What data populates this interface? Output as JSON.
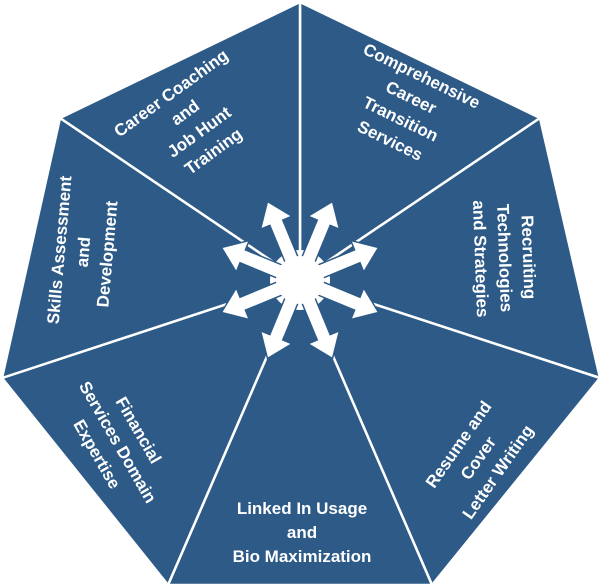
{
  "diagram": {
    "colors": {
      "fill": "#2d5a87",
      "stroke": "#ffffff",
      "text": "#ffffff",
      "hub": "#ffffff"
    },
    "center_icon": "multi-arrow-burst-icon",
    "segments": [
      {
        "name": "career-coaching",
        "lines": [
          "Career Coaching",
          "and",
          "Job Hunt",
          "Training"
        ]
      },
      {
        "name": "career-transition",
        "lines": [
          "Comprehensive",
          "Career",
          "Transition",
          "Services"
        ]
      },
      {
        "name": "recruiting-technologies",
        "lines": [
          "Recruiting",
          "Technologies",
          "and Strategies"
        ]
      },
      {
        "name": "resume-writing",
        "lines": [
          "Resume and",
          "Cover",
          "Letter Writing"
        ]
      },
      {
        "name": "linkedin-usage",
        "lines": [
          "Linked In Usage",
          "and",
          "Bio Maximization"
        ]
      },
      {
        "name": "financial-services",
        "lines": [
          "Financial",
          "Services Domain",
          "Expertise"
        ]
      },
      {
        "name": "skills-assessment",
        "lines": [
          "Skills Assessment",
          "and",
          "Development"
        ]
      }
    ]
  }
}
